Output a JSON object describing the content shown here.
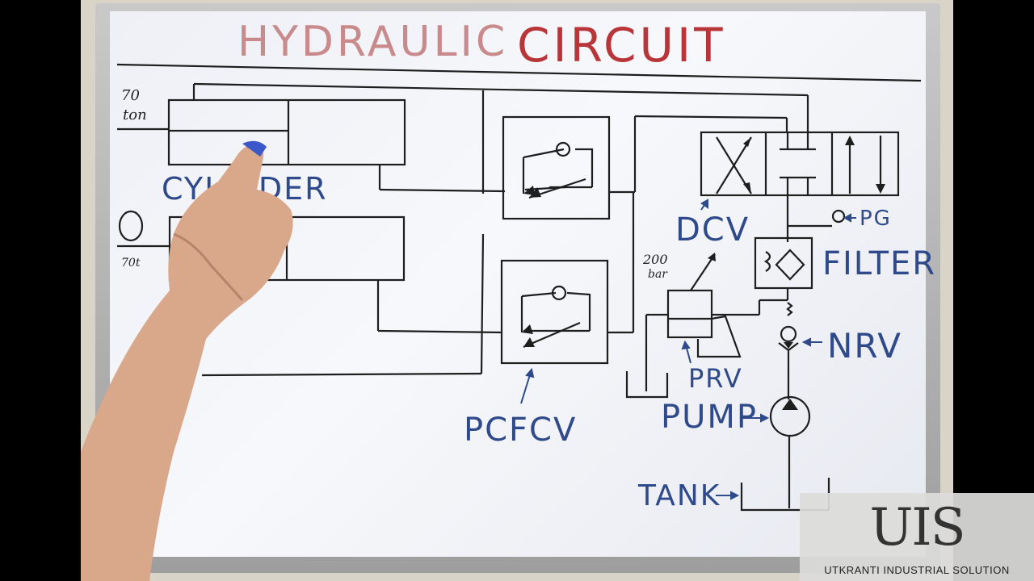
{
  "title": {
    "word1": "HYDRAULIC",
    "word2": "CIRCUIT"
  },
  "labels": {
    "cylinder": "CYLINDER",
    "dcv": "DCV",
    "pg": "PG",
    "filter": "FILTER",
    "nrv": "NRV",
    "prv": "PRV",
    "pump": "PUMP",
    "tank": "TANK",
    "pcfcv": "PCFCV"
  },
  "handwritten": {
    "top_left_a": "70",
    "top_left_b": "ton",
    "mid_left_a": "70t",
    "prv_a": "200",
    "prv_b": "bar"
  },
  "watermark": {
    "mark": "UIS",
    "company": "UTKRANTI INDUSTRIAL SOLUTION"
  },
  "colors": {
    "title_light": "#c98a8c",
    "title_dark": "#b8353a",
    "marker_blue": "#2f4a8a",
    "ink": "#222222"
  }
}
